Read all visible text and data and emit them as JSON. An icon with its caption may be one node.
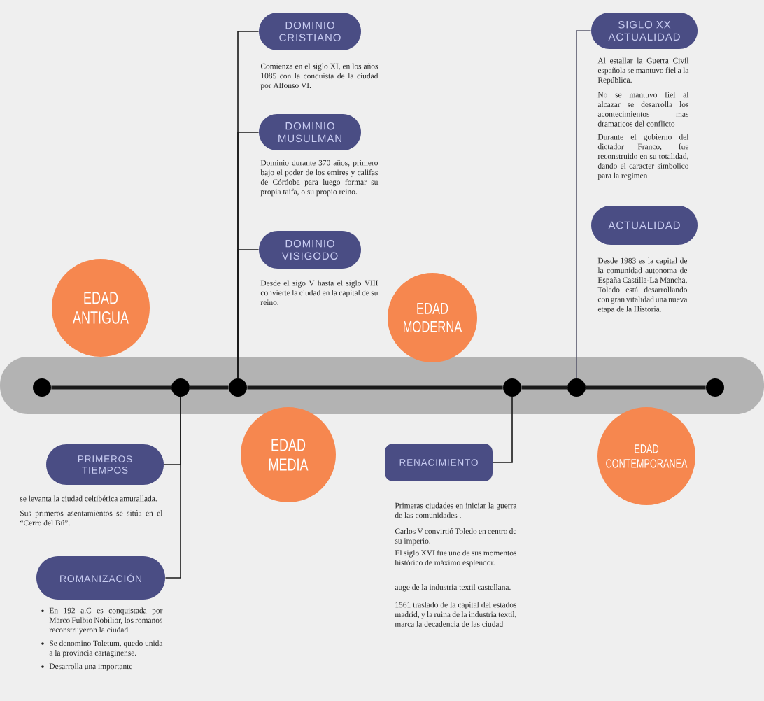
{
  "diagram": {
    "nodes": [
      {
        "text": [
          "EDAD ANTIGUA"
        ]
      },
      {
        "text": [
          "EDAD MEDIA"
        ]
      },
      {
        "text": [
          "EDAD MODERNA"
        ]
      },
      {
        "text": [
          "EDAD CONTEMPORANEA"
        ]
      },
      {
        "text": [],
        "shape": "circle"
      },
      {
        "text": [],
        "shape": "circle"
      },
      {
        "text": [],
        "shape": "circle"
      },
      {
        "text": [],
        "shape": "circle"
      },
      {
        "text": [],
        "shape": "circle"
      },
      {
        "text": [],
        "shape": "circle"
      },
      {
        "text": [
          "PRIMEROS TIEMPOS"
        ],
        "beside": [
          "se levanta la ciudad celtibérica amurallada.",
          "Sus primeros asentamientos se sitúa en el “Cerro del Bú”."
        ]
      },
      {
        "text": [
          "ROMANIZACIÓN"
        ],
        "beside": [
          "En 192 a.C es conquistada por Marco Fulbio Nobilior, los romanos reconstruyeron la ciudad.",
          "Se denomino Toletum, quedo unida a la provincia cartaginense.",
          "Desarrolla una importante"
        ]
      },
      {
        "text": [
          "DOMINIO CRISTIANO"
        ],
        "beside": [
          "Comienza en el siglo XI, en los años 1085 con la conquista de la ciudad por Alfonso VI."
        ]
      },
      {
        "text": [
          "DOMINIO MUSULMAN"
        ],
        "beside": [
          "Dominio durante 370 años, primero bajo el poder de los emires y califas de Córdoba para luego formar su propia taifa, o su propio reino."
        ]
      },
      {
        "text": [
          "DOMINIO VISIGODO"
        ],
        "beside": [
          "Desde el sigo V hasta el siglo VIII convierte la ciudad en la capital de su reino."
        ]
      },
      {
        "text": [
          "RENACIMIENTO"
        ],
        "beside": [
          "Primeras ciudades en iniciar la guerra de las comunidades .",
          "Carlos V convirtió Toledo en centro de su imperio.",
          "El siglo XVI fue uno de sus momentos histórico de máximo esplendor.",
          "auge de la industria textil castellana.",
          "1561 traslado de la capital del estados madrid, y la ruina de la industria textil, marca la decadencia de las ciudad"
        ]
      },
      {
        "text": [
          "SIGLO XX ACTUALIDAD"
        ],
        "beside": [
          "Al estallar la Guerra Civil española se mantuvo fiel a la República.",
          "No se mantuvo fiel al alcazar se desarrolla los acontecimientos mas dramaticos del conflicto",
          "Durante el gobierno del dictador Franco, fue reconstruido en su totalidad, dando el caracter simbolico para la regimen"
        ]
      },
      {
        "text": [
          "ACTUALIDAD"
        ],
        "beside": [
          "Desde 1983 es la capital de la comunidad autonoma de España Castilla-La Mancha, Toledo está desarrollando con gran vitalidad una nueva etapa de la Historia."
        ]
      }
    ],
    "edges": [
      {
        "from": 4,
        "to": 5,
        "arrow": "none",
        "style": "thick"
      },
      {
        "from": 5,
        "to": 6,
        "arrow": "none",
        "style": "thick"
      },
      {
        "from": 6,
        "to": 7,
        "arrow": "none",
        "style": "thick"
      },
      {
        "from": 7,
        "to": 8,
        "arrow": "none",
        "style": "thick"
      },
      {
        "from": 8,
        "to": 9,
        "arrow": "none",
        "style": "thick"
      },
      {
        "from": 5,
        "to": 10,
        "arrow": "none"
      },
      {
        "from": 5,
        "to": 11,
        "arrow": "none"
      },
      {
        "from": 6,
        "to": 12,
        "arrow": "none"
      },
      {
        "from": 6,
        "to": 13,
        "arrow": "none"
      },
      {
        "from": 6,
        "to": 14,
        "arrow": "none"
      },
      {
        "from": 7,
        "to": 15,
        "arrow": "none"
      },
      {
        "from": 8,
        "to": 16,
        "arrow": "none",
        "color": "#5a5a6e"
      }
    ]
  }
}
